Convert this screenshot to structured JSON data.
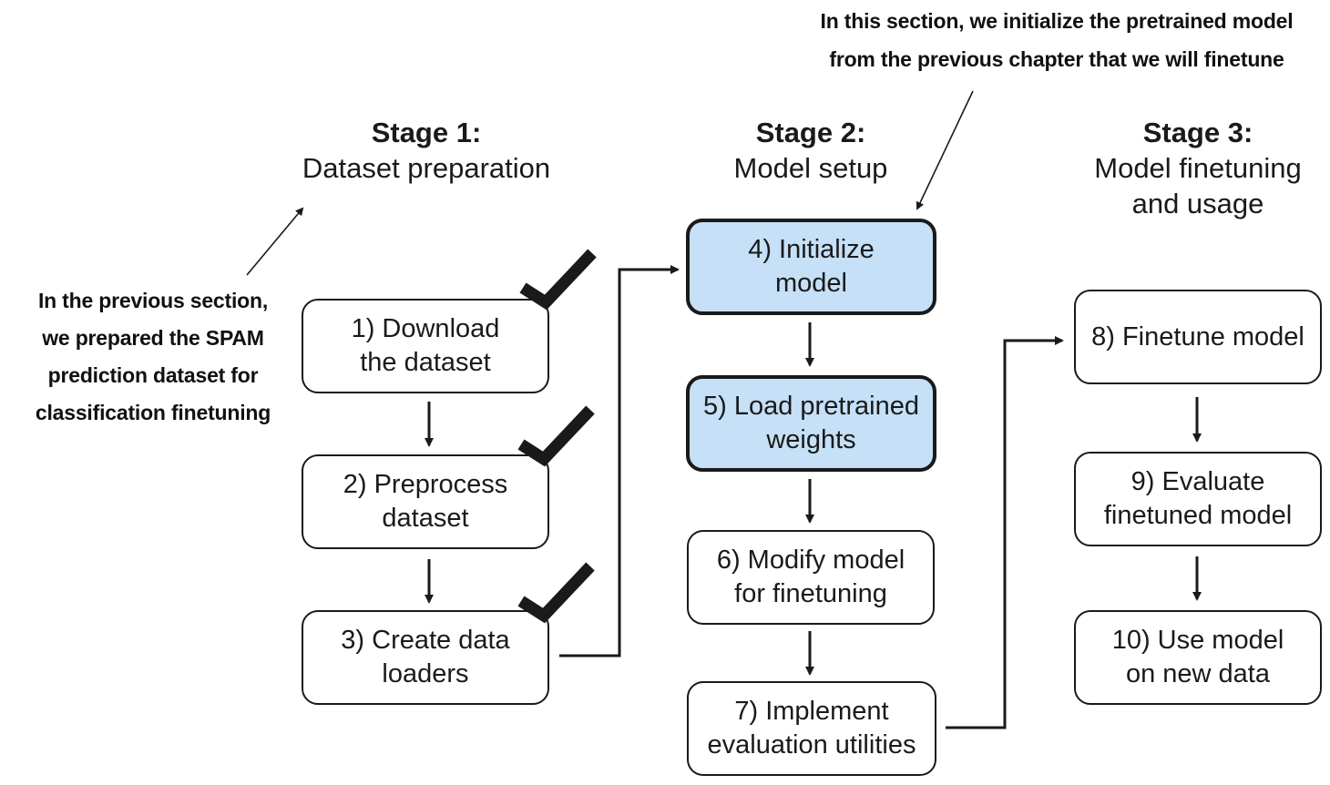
{
  "stages": [
    {
      "heading": "Stage 1:",
      "subtitle": "Dataset preparation"
    },
    {
      "heading": "Stage 2:",
      "subtitle": "Model setup"
    },
    {
      "heading": "Stage 3:",
      "subtitle": "Model finetuning\nand usage"
    }
  ],
  "notes": {
    "top": "In this section, we initialize the pretrained model\nfrom the previous chapter that we will finetune",
    "left": "In the previous section,\nwe prepared the SPAM\nprediction dataset for\nclassification finetuning"
  },
  "steps": [
    {
      "label": "1) Download\nthe dataset",
      "completed": true,
      "highlighted": false
    },
    {
      "label": "2) Preprocess\ndataset",
      "completed": true,
      "highlighted": false
    },
    {
      "label": "3) Create data\nloaders",
      "completed": true,
      "highlighted": false
    },
    {
      "label": "4) Initialize\nmodel",
      "completed": false,
      "highlighted": true
    },
    {
      "label": "5) Load pretrained\nweights",
      "completed": false,
      "highlighted": true
    },
    {
      "label": "6) Modify model\nfor finetuning",
      "completed": false,
      "highlighted": false
    },
    {
      "label": "7) Implement\nevaluation utilities",
      "completed": false,
      "highlighted": false
    },
    {
      "label": "8) Finetune model",
      "completed": false,
      "highlighted": false
    },
    {
      "label": "9) Evaluate\nfinetuned model",
      "completed": false,
      "highlighted": false
    },
    {
      "label": "10) Use model\non new data",
      "completed": false,
      "highlighted": false
    }
  ],
  "colors": {
    "highlight_fill": "#c5e0f7",
    "stroke": "#1a1a1a",
    "checkmark": "#1a1a1a"
  },
  "icons": {
    "completed": "checkmark-icon"
  }
}
